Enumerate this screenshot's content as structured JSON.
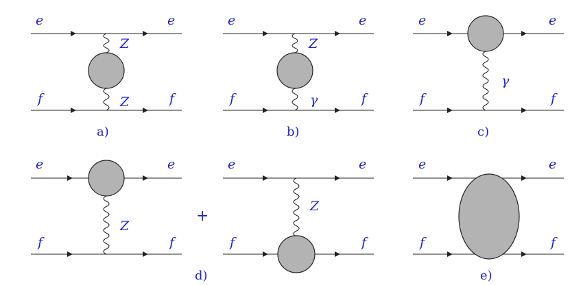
{
  "diagrams": [
    {
      "caption": "a)",
      "labels": {
        "top_left": "e",
        "top_right": "e",
        "bottom_left": "f",
        "bottom_right": "f",
        "boson_upper": "Z",
        "boson_lower": "Z"
      }
    },
    {
      "caption": "b)",
      "labels": {
        "top_left": "e",
        "top_right": "e",
        "bottom_left": "f",
        "bottom_right": "f",
        "boson_upper": "Z",
        "boson_lower": "γ"
      }
    },
    {
      "caption": "c)",
      "labels": {
        "top_left": "e",
        "top_right": "e",
        "bottom_left": "f",
        "bottom_right": "f",
        "boson": "γ"
      }
    },
    {
      "caption": "d)",
      "labels": {
        "top_left": "e",
        "top_right": "e",
        "bottom_left": "f",
        "bottom_right": "f",
        "boson": "Z"
      }
    },
    {
      "labels": {
        "top_left": "e",
        "top_right": "e",
        "bottom_left": "f",
        "bottom_right": "f",
        "boson": "Z"
      }
    },
    {
      "caption": "e)",
      "labels": {
        "top_left": "e",
        "top_right": "e",
        "bottom_left": "f",
        "bottom_right": "f"
      }
    }
  ],
  "plus_sign": "+",
  "colors": {
    "label": "#1f1fd6",
    "blob_fill": "#b3b3b3",
    "line": "#222222"
  }
}
